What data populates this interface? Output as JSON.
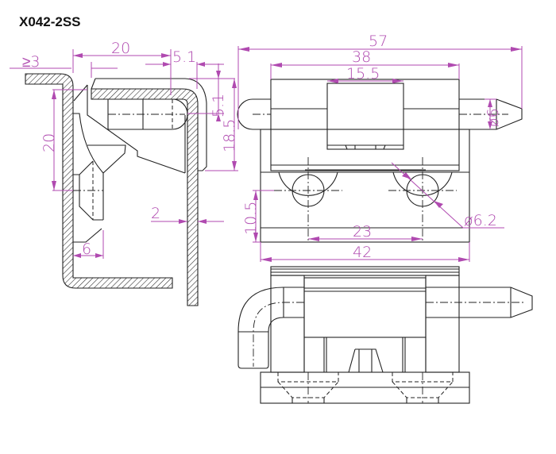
{
  "title": "X042-2SS",
  "colors": {
    "dimension": "#b04ab0",
    "outline": "#222222"
  },
  "side_view": {
    "dims": {
      "min_gap": "≥3",
      "width": "20",
      "offset_top": "5.1",
      "pin_offset": "5.1",
      "height": "18.5",
      "depth": "20",
      "thickness": "2",
      "screw_width": "6"
    }
  },
  "front_view": {
    "dims": {
      "overall": "57",
      "body": "38",
      "center_block": "15.5",
      "pin_dia": "ø6",
      "base_height": "10.5",
      "hole_spacing": "23",
      "base_width": "42",
      "hole_dia": "ø6.2"
    }
  }
}
